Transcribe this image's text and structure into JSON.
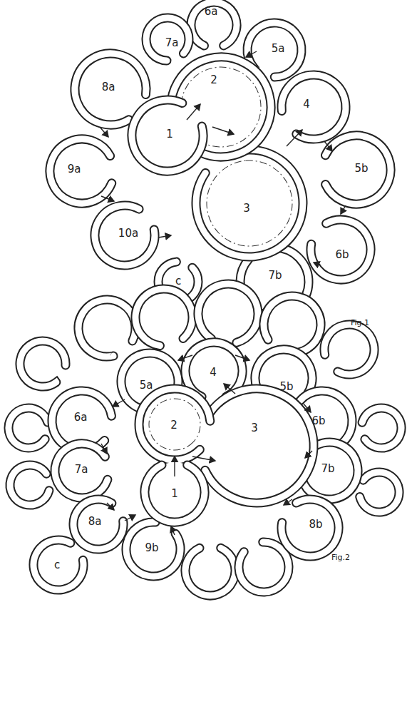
{
  "diagram": {
    "labels": [
      "6a",
      "7a",
      "5a",
      "8a",
      "2",
      "4",
      "1",
      "9a",
      "5b",
      "3",
      "10a",
      "6b",
      "c",
      "7b",
      "Fig.1",
      "4",
      "5a",
      "5b",
      "6a",
      "2",
      "3",
      "6b",
      "7a",
      "1",
      "7b",
      "8a",
      "8b",
      "9b",
      "c",
      "Fig.2"
    ]
  }
}
